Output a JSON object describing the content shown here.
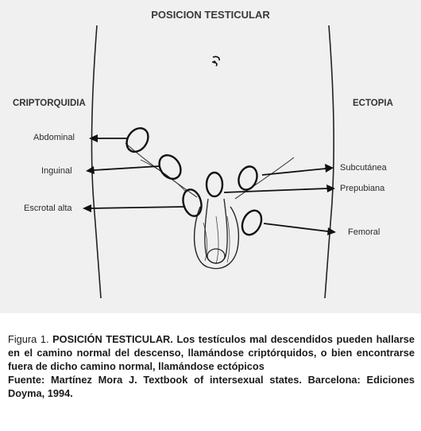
{
  "diagram": {
    "title": "POSICION TESTICULAR",
    "left_header": "CRIPTORQUIDIA",
    "right_header": "ECTOPIA",
    "labels": {
      "abdominal": "Abdominal",
      "inguinal": "Inguinal",
      "escrotal_alta": "Escrotal alta",
      "subcutanea": "Subcutánea",
      "prepubiana": "Prepubiana",
      "femoral": "Femoral"
    }
  },
  "caption": {
    "figure_prefix": "Figura  1.",
    "figure_title": "POSICIÓN TESTICULAR.",
    "description": "Los testículos mal descendidos pueden hallarse en el camino normal del descenso, llamándose criptórquidos, o bien encontrarse fuera de dicho camino normal, llamándose ectópicos",
    "source": "Fuente: Martínez Mora J. Textbook of intersexual states. Barcelona: Ediciones Doyma, 1994."
  },
  "colors": {
    "panel_background": "#f0f0f0",
    "ink": "#1a1a1a"
  }
}
